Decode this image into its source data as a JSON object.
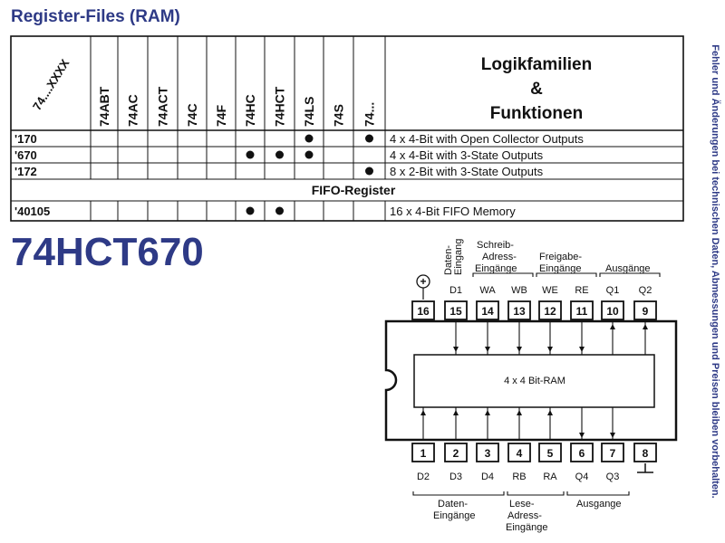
{
  "header": {
    "title": "Register-Files (RAM)"
  },
  "side_note": "Fehler und Änderungen bei technischen Daten, Abmessungen und Preisen bleiben vorbehalten.",
  "table": {
    "corner_label": "74....XXXX",
    "families": [
      "74ABT",
      "74AC",
      "74ACT",
      "74C",
      "74F",
      "74HC",
      "74HCT",
      "74LS",
      "74S",
      "74..."
    ],
    "function_header": [
      "Logikfamilien",
      "&",
      "Funktionen"
    ],
    "rows": [
      {
        "part": "'170",
        "dots": [
          false,
          false,
          false,
          false,
          false,
          false,
          false,
          true,
          false,
          true
        ],
        "description": "4 x 4-Bit with Open Collector Outputs"
      },
      {
        "part": "'670",
        "dots": [
          false,
          false,
          false,
          false,
          false,
          true,
          true,
          true,
          false,
          false
        ],
        "description": "4 x 4-Bit with 3-State Outputs"
      },
      {
        "part": "'172",
        "dots": [
          false,
          false,
          false,
          false,
          false,
          false,
          false,
          false,
          false,
          true
        ],
        "description": "8 x 2-Bit with 3-State Outputs"
      }
    ],
    "section_label": "FIFO-Register",
    "section_rows": [
      {
        "part": "'40105",
        "dots": [
          false,
          false,
          false,
          false,
          false,
          true,
          true,
          false,
          false,
          false
        ],
        "description": "16 x 4-Bit FIFO Memory"
      }
    ]
  },
  "part_number": "74HCT670",
  "ic": {
    "chip_label": "4 x 4 Bit-RAM",
    "top_pins": [
      {
        "num": "16",
        "label": ""
      },
      {
        "num": "15",
        "label": "D1"
      },
      {
        "num": "14",
        "label": "WA"
      },
      {
        "num": "13",
        "label": "WB"
      },
      {
        "num": "12",
        "label": "WE"
      },
      {
        "num": "11",
        "label": "RE"
      },
      {
        "num": "10",
        "label": "Q1"
      },
      {
        "num": "9",
        "label": "Q2"
      }
    ],
    "bottom_pins": [
      {
        "num": "1",
        "label": "D2"
      },
      {
        "num": "2",
        "label": "D3"
      },
      {
        "num": "3",
        "label": "D4"
      },
      {
        "num": "4",
        "label": "RB"
      },
      {
        "num": "5",
        "label": "RA"
      },
      {
        "num": "6",
        "label": "Q4"
      },
      {
        "num": "7",
        "label": "Q3"
      },
      {
        "num": "8",
        "label": ""
      }
    ],
    "power_symbol": "+",
    "top_groups": {
      "daten": [
        "Daten-",
        "Eingang"
      ],
      "schreib": [
        "Schreib-",
        "Adress-",
        "Eingänge"
      ],
      "freigabe": [
        "Freigabe-",
        "Eingänge"
      ],
      "ausgaenge": "Ausgänge"
    },
    "bottom_groups": {
      "daten": [
        "Daten-",
        "Eingänge"
      ],
      "lese": [
        "Lese-",
        "Adress-",
        "Eingänge"
      ],
      "ausgaenge": "Ausgange"
    }
  }
}
